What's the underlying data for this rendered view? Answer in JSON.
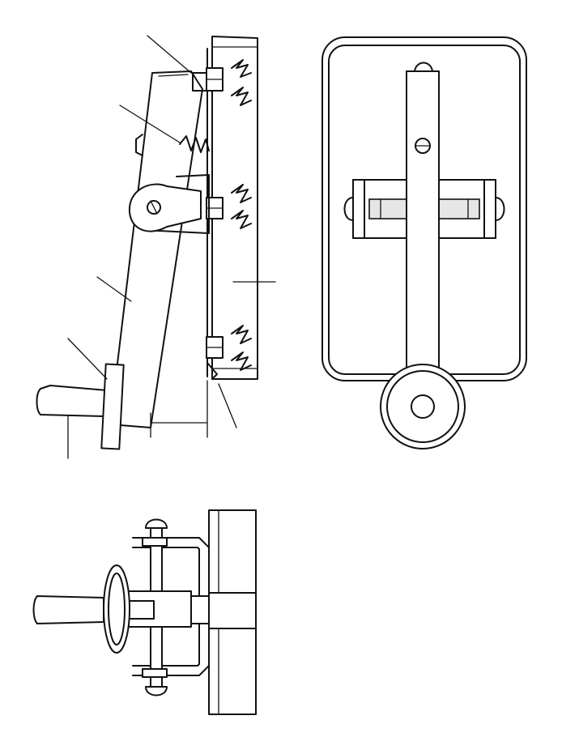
{
  "figure": {
    "views": [
      "side-view",
      "top-view",
      "end-view"
    ],
    "leader_line_count": 7,
    "labels": []
  },
  "colors": {
    "ink": "#111111",
    "paper": "#ffffff"
  }
}
